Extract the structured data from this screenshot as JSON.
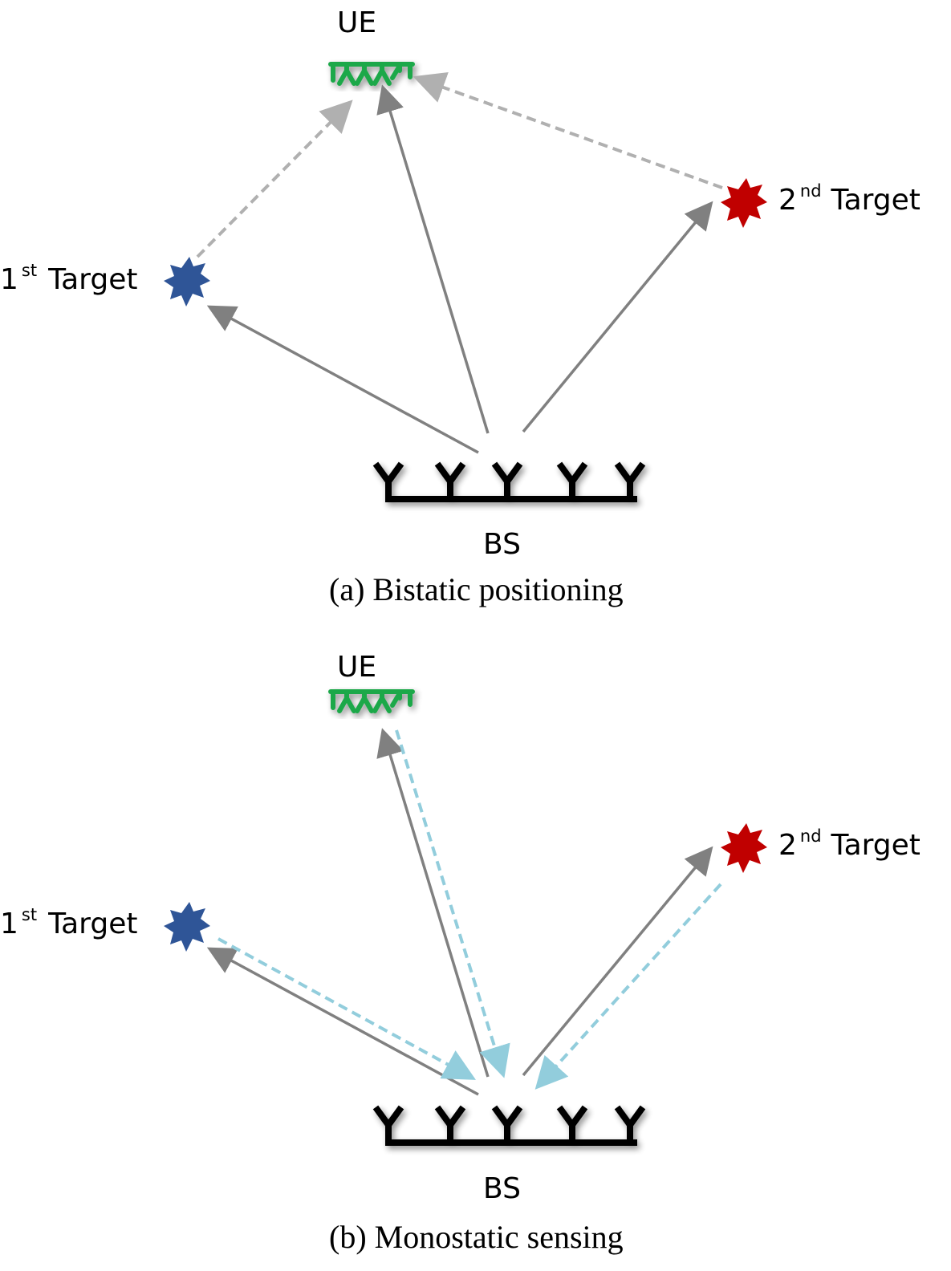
{
  "panels": [
    {
      "caption": "(a) Bistatic positioning",
      "ue_label": "UE",
      "bs_label": "BS",
      "target1": {
        "num": "1",
        "sup": "st",
        "word": "Target"
      },
      "target2": {
        "num": "2",
        "sup": "nd",
        "word": "Target"
      }
    },
    {
      "caption": "(b) Monostatic sensing",
      "ue_label": "UE",
      "bs_label": "BS",
      "target1": {
        "num": "1",
        "sup": "st",
        "word": "Target"
      },
      "target2": {
        "num": "2",
        "sup": "nd",
        "word": "Target"
      }
    }
  ],
  "colors": {
    "ue": "#1fa84a",
    "target1": "#2f5597",
    "target2": "#c00000",
    "bs": "#000000",
    "direct_arrow": "#808080",
    "reflect_arrow_a": "#b0b0b0",
    "echo_arrow_b": "#92cddc"
  }
}
